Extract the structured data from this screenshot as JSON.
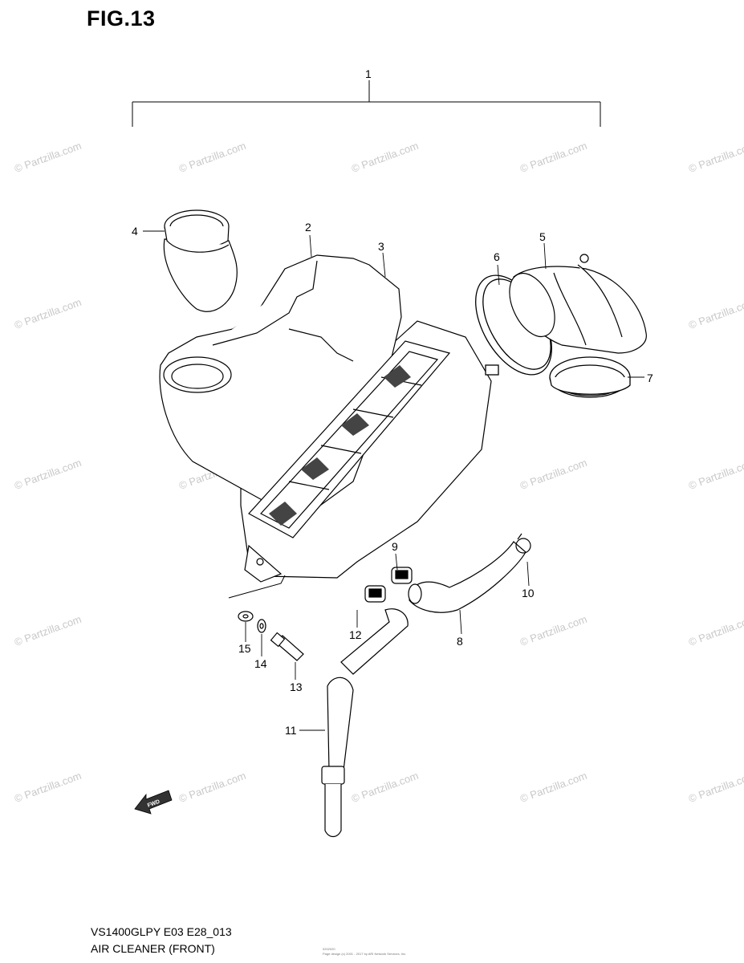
{
  "figure": {
    "title": "FIG.13",
    "model_code": "VS1400GLPY E03 E28_013",
    "caption": "AIR CLEANER (FRONT)"
  },
  "watermark": {
    "text": "© Partzilla.com"
  },
  "callouts": [
    "1",
    "2",
    "3",
    "4",
    "5",
    "6",
    "7",
    "8",
    "9",
    "10",
    "11",
    "12",
    "13",
    "14",
    "15"
  ],
  "fwd_arrow": {
    "label": "FWD"
  },
  "copyright_small": "Page design (c) 2001 - 2017 by ARI Network Services, Inc.",
  "page_id": "0202020"
}
